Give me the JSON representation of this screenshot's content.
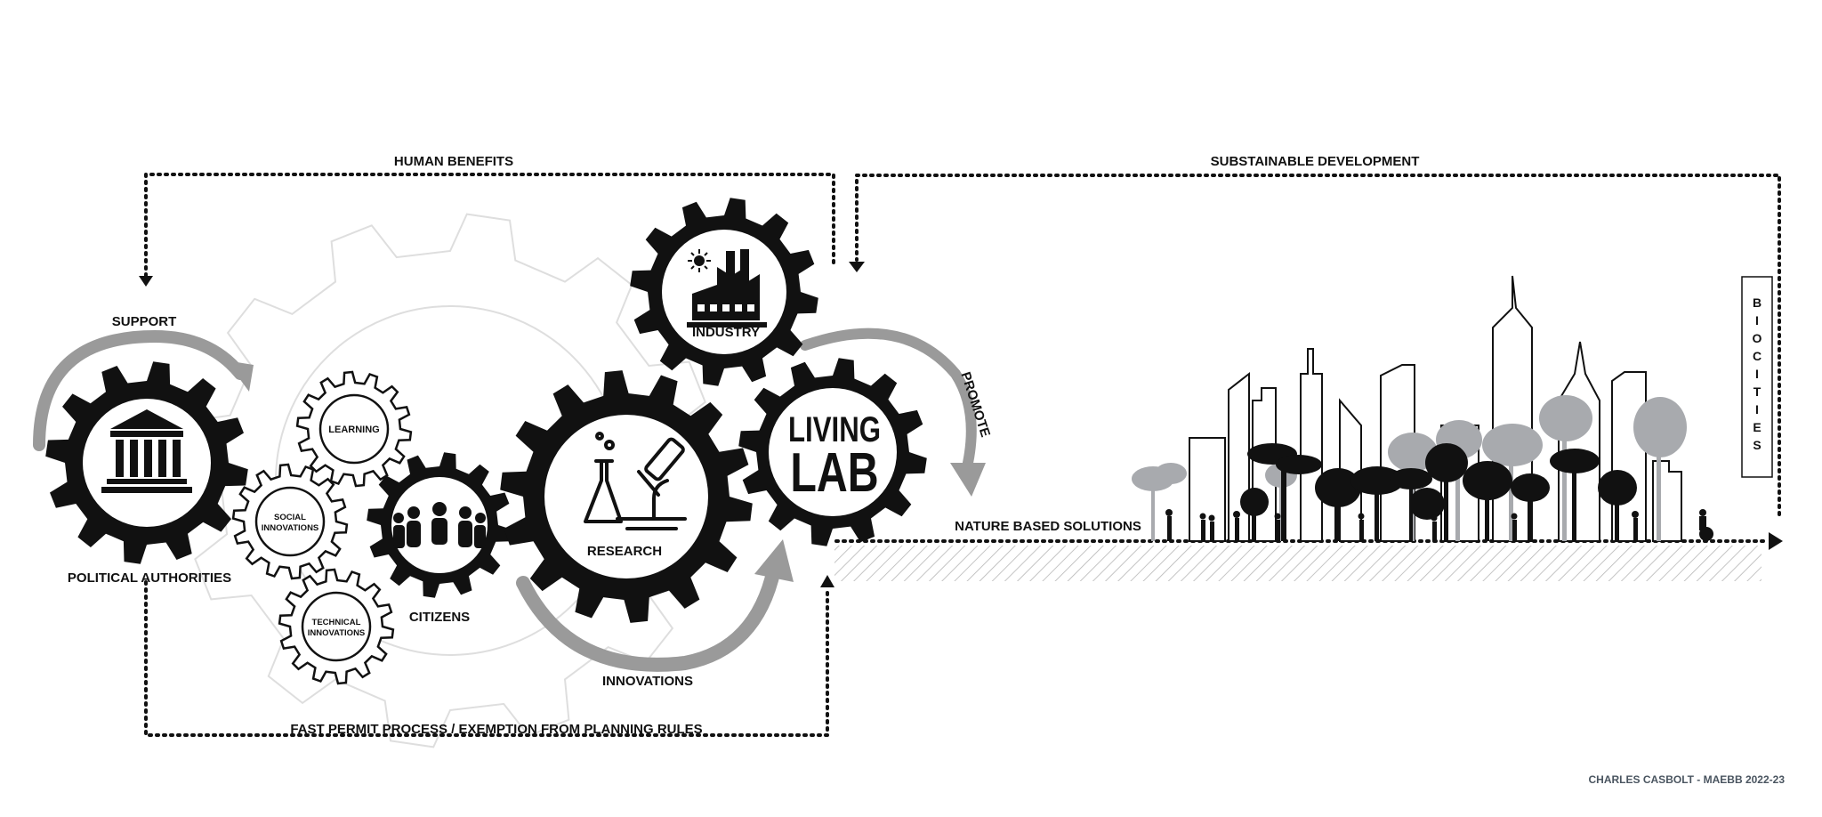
{
  "labels": {
    "human_benefits": "HUMAN BENEFITS",
    "sustainable_development": "SUBSTAINABLE DEVELOPMENT",
    "support": "SUPPORT",
    "political_authorities": "POLITICAL AUTHORITIES",
    "learning": "LEARNING",
    "social_1": "SOCIAL",
    "social_2": "INNOVATIONS",
    "technical_1": "TECHNICAL",
    "technical_2": "INNOVATIONS",
    "citizens": "CITIZENS",
    "research": "RESEARCH",
    "industry": "INDUSTRY",
    "living": "LIVING",
    "lab": "LAB",
    "promote": "PROMOTE",
    "innovations": "INNOVATIONS",
    "nature_based_solutions": "NATURE BASED SOLUTIONS",
    "fast_permit": "FAST PERMIT PROCESS / EXEMPTION FROM PLANNING RULES",
    "biocities": [
      "B",
      "I",
      "O",
      "C",
      "I",
      "T",
      "I",
      "E",
      "S"
    ],
    "credit": "CHARLES CASBOLT - MAEBB 2022-23"
  },
  "colors": {
    "gear_dark": "#111111",
    "arrow_gray": "#9a9a9a",
    "tree_gray": "#a8aaae",
    "ghost_gear": "#dedede",
    "credit_text": "#4a5560"
  }
}
